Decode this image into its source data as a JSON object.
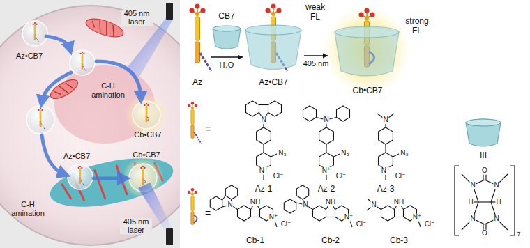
{
  "diagram": {
    "nodes": [
      {
        "text": [
          "Az"
        ]
      },
      {
        "text": [
          "Az•CB7"
        ]
      },
      {
        "text": [
          "Cb•CB7"
        ]
      }
    ],
    "edges": [
      {
        "from": 0,
        "to": 1,
        "label": "H₂O",
        "arrow": "to"
      },
      {
        "from": 1,
        "to": 2,
        "label": "405 nm",
        "arrow": "to"
      }
    ],
    "labels": [
      "Az•CB7",
      "405 nm laser",
      "C-H amination",
      "Cb•CB7",
      "Az•CB7",
      "Cb•CB7",
      "C-H amination",
      "405 nm laser",
      "CB7",
      "weak FL",
      "strong FL",
      "=",
      "Az-1",
      "Az-2",
      "Az-3",
      "=",
      "Cb-1",
      "Cb-2",
      "Cb-3",
      "III",
      "N",
      "N₃",
      "N⁺",
      "Cl⁻",
      "N",
      "N₃",
      "N⁺",
      "Cl⁻",
      "N",
      "N₃",
      "N⁺",
      "Cl⁻",
      "N",
      "NH",
      "N⁺",
      "Cl⁻",
      "N",
      "NH",
      "N⁺",
      "Cl⁻",
      "N",
      "NH",
      "N⁺",
      "Cl⁻",
      "O",
      "N",
      "N",
      "H",
      "H",
      "N",
      "N",
      "O",
      "7"
    ]
  }
}
